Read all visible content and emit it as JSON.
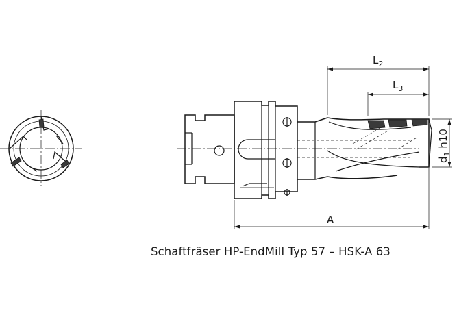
{
  "caption": "Schaftfräser HP-EndMill Typ 57 – HSK-A 63",
  "dimensions": {
    "L2": {
      "main": "L",
      "sub": "2"
    },
    "L3": {
      "main": "L",
      "sub": "3"
    },
    "A": "A",
    "d1": {
      "main": "d",
      "sub": "1",
      "tol": " h10"
    }
  }
}
